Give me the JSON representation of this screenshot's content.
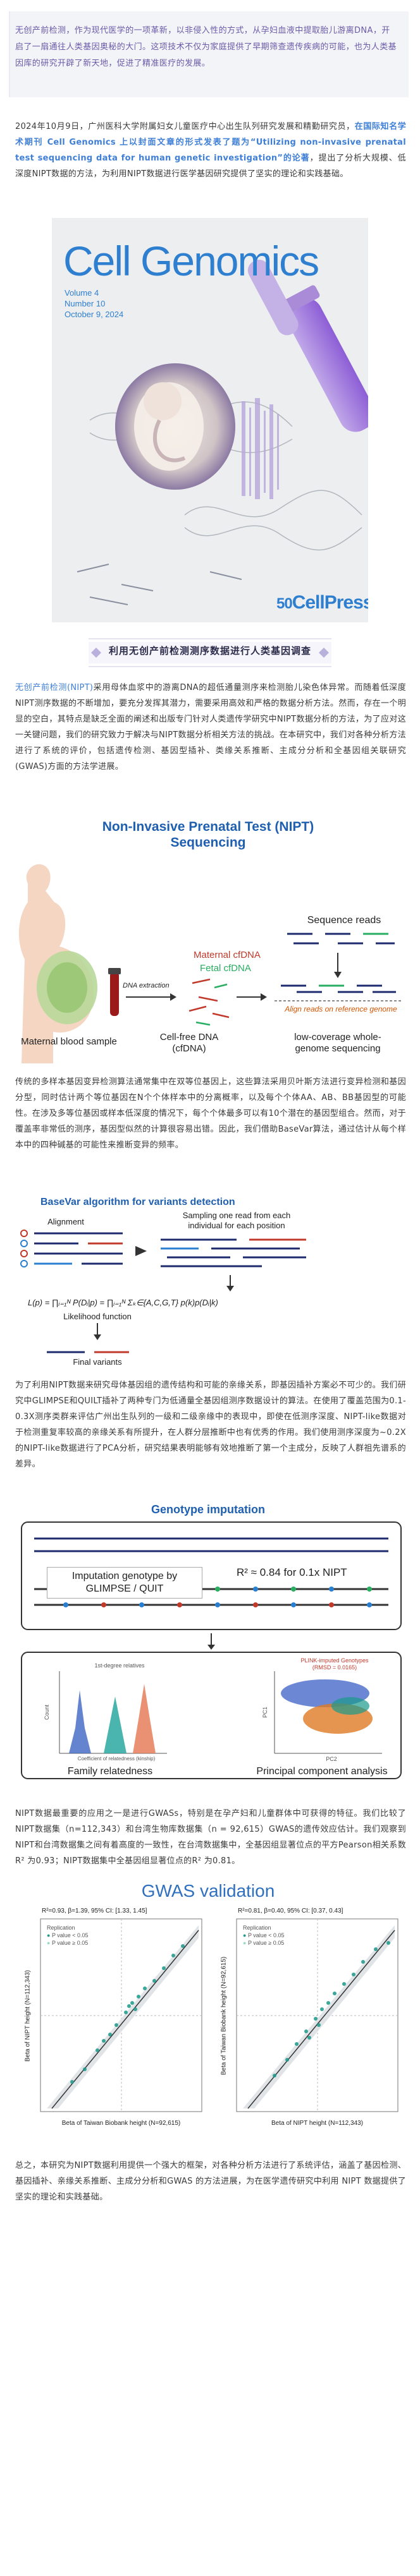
{
  "intro": {
    "text": "无创产前检测，作为现代医学的一项革新，以非侵入性的方式，从孕妇血液中提取胎儿游离DNA，开启了一扇通往人类基因奥秘的大门。这项技术不仅为家庭提供了早期筛查遗传疾病的可能，也为人类基因库的研究开辟了新天地，促进了精准医疗的发展。"
  },
  "section2": {
    "p1_a": "2024年10月9日，广州医科大学附属妇女儿童医疗中心出生队列研究发展和精勤研究员，",
    "p1_b": "在国际知名学术期刊 Cell Genomics 上以封面文章的形式发表了题为“Utilizing non-invasive prenatal test sequencing data for human genetic investigation”的论著",
    "p1_c": "，提出了分析大规模、低深度NIPT数据的方法，为利用NIPT数据进行医学基因研究提供了坚实的理论和实践基础。"
  },
  "cover": {
    "title": "Cell Genomics",
    "volume": "Volume 4",
    "number": "Number 10",
    "date": "October 9, 2024",
    "publisher": "CellPress",
    "badge": "50"
  },
  "heading1": "利用无创产前检测测序数据进行人类基因调查",
  "para3": {
    "hl": "无创产前检测(NIPT)",
    "text": "采用母体血浆中的游离DNA的超低通量测序来检测胎儿染色体异常。而随着低深度NIPT测序数据的不断增加，要充分发挥其潜力，需要采用高效和严格的数据分析方法。然而，存在一个明显的空白，其特点是缺乏全面的阐述和出版专门针对人类遗传学研究中NIPT数据分析的方法，为了应对这一关键问题，我们的研究致力于解决与NIPT数据分析相关方法的挑战。在本研究中，我们对各种分析方法进行了系统的评价，包括遗传检测、基因型插补、类缘关系推断、主成分分析和全基因组关联研究(GWAS)方面的方法学进展。"
  },
  "fig1": {
    "title_l1": "Non-Invasive Prenatal Test (NIPT)",
    "title_l2": "Sequencing",
    "maternal": "Maternal cfDNA",
    "fetal": "Fetal cfDNA",
    "extraction": "DNA extraction",
    "seq_reads": "Sequence reads",
    "align": "Align reads on reference genome",
    "cap1": "Maternal blood sample",
    "cap2_l1": "Cell-free DNA",
    "cap2_l2": "(cfDNA)",
    "cap3_l1": "low-coverage whole-",
    "cap3_l2": "genome sequencing"
  },
  "para4": "传统的多样本基因变异检测算法通常集中在双等位基因上，这些算法采用贝叶斯方法进行变异检测和基因分型，同时估计两个等位基因在N个个体样本中的分离概率，以及每个个体AA、AB、BB基因型的可能性。在涉及多等位基因或样本低深度的情况下，每个个体最多可以有10个潜在的基因型组合。然而，对于覆盖率非常低的测序，基因型似然的计算很容易出错。因此，我们借助BaseVar算法，通过估计从每个样本中的四种碱基的可能性来推断变异的频率。",
  "fig2": {
    "title": "BaseVar algorithm for variants detection",
    "alignment": "Alignment",
    "sampling_l1": "Sampling one read from each",
    "sampling_l2": "individual for each position",
    "likelihood": "Likelihood function",
    "final": "Final  variants",
    "formula": "L(p) = ∏ᵢ₌₁ᴺ P(Dᵢ|p) = ∏ᵢ₌₁ᴺ Σₖ∈{A,C,G,T} p(k)p(Dᵢ|k)"
  },
  "para5": "为了利用NIPT数据来研究母体基因组的遗传结构和可能的亲缘关系，即基因插补方案必不可少的。我们研究中GLIMPSE和QUILT插补了两种专门为低通量全基因组测序数据设计的算法。在使用了覆盖范围为0.1-0.3X测序类群来评估广州出生队列的一级和二级亲缘中的表现中，即使在低测序深度、NIPT-like数据对于检测重复率较高的亲缘关系有所提升，在人群分层推断中也有优秀的作用。我们使用测序深度为~0.2X的NIPT-like数据进行了PCA分析，研究结果表明能够有效地推断了第一个主成分，反映了人群祖先谱系的差异。",
  "fig3": {
    "title": "Genotype imputation",
    "impute_l1": "Imputation genotype by",
    "impute_l2": "GLIMPSE / QUIT",
    "r2": "R² ≈ 0.84 for 0.1x NIPT",
    "hist_title": "1st-degree relatives",
    "hist_x": "Coefficient of relatedness (kinship)",
    "hist_y": "Count",
    "pca_title_l1": "PLINK-imputed Genotypes",
    "pca_title_l2": "(RMSD = 0.0165)",
    "pca_x": "PC2",
    "pca_y": "PC1",
    "cap_left": "Family relatedness",
    "cap_right": "Principal component analysis"
  },
  "para6": "NIPT数据最重要的应用之一是进行GWASs，特别是在孕产妇和儿童群体中可获得的特征。我们比较了NIPT数据集（n=112,343）和台湾生物库数据集（n = 92,615）GWAS的遗传效应估计。我们观察到NIPT和台湾数据集之间有着高度的一致性，在台湾数据集中，全基因组显著位点的平方Pearson相关系数R² 为0.93；NIPT数据集中全基因组显著位点的R² 为0.81。",
  "fig4": {
    "title": "GWAS validation",
    "left_stats": "R²=0.93, β=1.39, 95% CI: [1.33, 1.45]",
    "right_stats": "R²=0.81, β=0.40, 95% CI: [0.37, 0.43]",
    "legend_title": "Replication",
    "legend_a": "P value < 0.05",
    "legend_b": "P value ≥ 0.05",
    "left_x": "Beta of Taiwan Biobank height (N=92,615)",
    "left_y": "Beta of NIPT height (N=112,343)",
    "right_x": "Beta of NIPT height (N=112,343)",
    "right_y": "Beta of Taiwan Biobank height (N=92,615)"
  },
  "para7": "总之，本研究为NIPT数据利用提供一个强大的框架，对各种分析方法进行了系统评估，涵盖了基因检测、基因插补、亲缘关系推断、主成分分析和GWAS 的方法进展，为在医学遗传研究中利用 NIPT 数据提供了坚实的理论和实践基础。",
  "colors": {
    "accent_blue": "#2f7fd0",
    "fig_title_blue": "#1f5fb0",
    "intro_purple": "#6b5aa7",
    "teal": "#1a9a8a"
  }
}
